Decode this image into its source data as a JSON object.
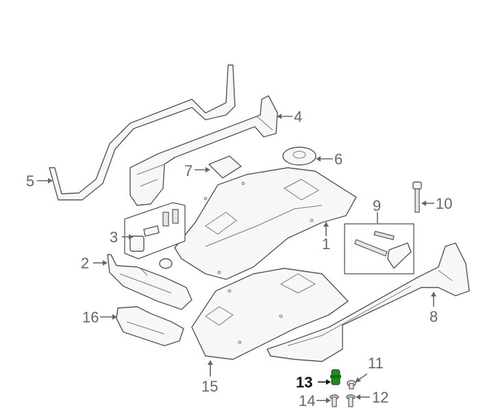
{
  "callouts": {
    "c1": "1",
    "c2": "2",
    "c3": "3",
    "c4": "4",
    "c5": "5",
    "c6": "6",
    "c7": "7",
    "c8": "8",
    "c9": "9",
    "c10": "10",
    "c11": "11",
    "c12": "12",
    "c13": "13",
    "c14": "14",
    "c15": "15",
    "c16": "16"
  },
  "highlight": {
    "part": "13",
    "color": "#1f8a1f"
  }
}
